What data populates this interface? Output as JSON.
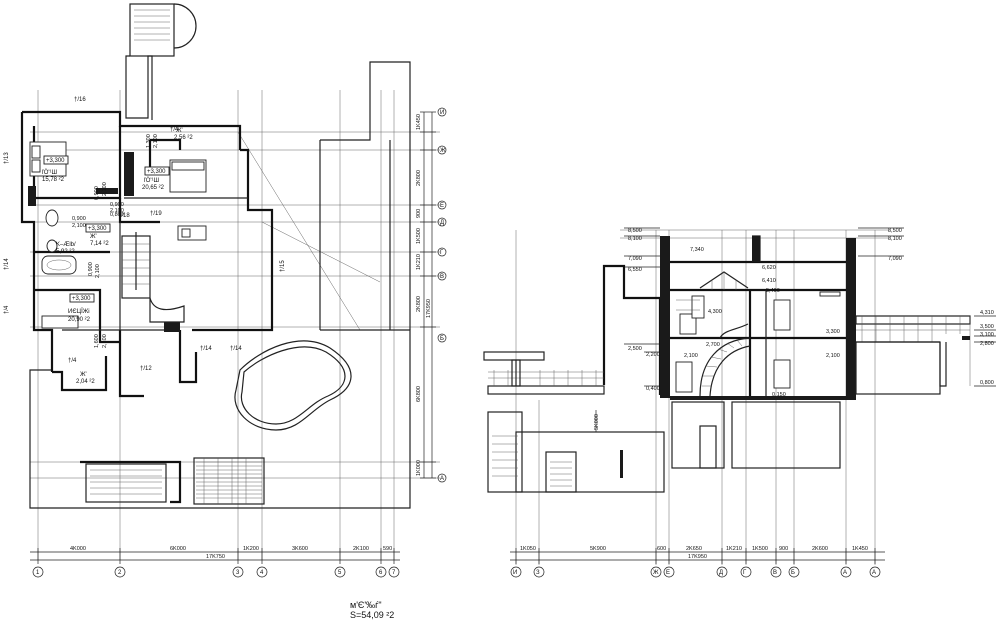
{
  "plan": {
    "rooms": [
      {
        "name": "ľÒ'¹Ш",
        "area": "15,78 ²2"
      },
      {
        "name": "ľÒ'¹Ш",
        "area": "20,65 ²2"
      },
      {
        "name": "K–Ælb/",
        "area": "5,92 ²2"
      },
      {
        "name": "Ж'",
        "area": "7,14 ²2"
      },
      {
        "name": "ИЄЦЇЖi ",
        "area": "20,90 ²2"
      },
      {
        "name": "Ж'",
        "area": "2,56 ²2"
      },
      {
        "name": "Ж'",
        "area": "2,04 ²2"
      }
    ],
    "level_marks": [
      "+3,300",
      "+3,300",
      "+3,300",
      "+3,300"
    ],
    "callouts": [
      "†/16",
      "†/4",
      "†/13",
      "†/14",
      "†/4",
      "†/15",
      "†/19",
      "†/18",
      "†/14",
      "†/14",
      "†/4",
      "†/12"
    ],
    "door_dims": [
      "1,300",
      "2,100",
      "0,900",
      "2,100",
      "0,900",
      "0,900",
      "2,100",
      "0,900",
      "2,100",
      "1,600",
      "2,100",
      "0,800",
      "2,100"
    ],
    "side_dims": [
      "1K450",
      "2K800",
      "900",
      "1K500",
      "1K210",
      "2K800",
      "17K950",
      "6K800",
      "1K000"
    ],
    "bottom_dims": [
      "4K000",
      "6K000",
      "1K200",
      "3K600",
      "2K100",
      "590"
    ],
    "total_width": "17K750",
    "axes": [
      "1",
      "2",
      "3",
      "4",
      "5",
      "6",
      "7"
    ],
    "right_axes": [
      "A",
      "Б",
      "В",
      "Г",
      "Д",
      "Е",
      "Ж",
      "И"
    ],
    "caption_title": "м'Є'‰ѓ\"",
    "caption_area": "S=54,09 ²2"
  },
  "section": {
    "levels_left": [
      "8,500",
      "8,100",
      "7,090",
      "6,550",
      "2,500",
      "2,200",
      "0,400"
    ],
    "levels_mid": [
      "7,340",
      "6,620",
      "6,410",
      "5,400",
      "4,300",
      "3,300",
      "2,700",
      "2,100",
      "2,100",
      "0,150"
    ],
    "levels_right": [
      "8,500",
      "8,100",
      "7,090"
    ],
    "levels_far": [
      "4,310",
      "3,500",
      "3,100",
      "2,800",
      "0,800"
    ],
    "base_dim": "5K000",
    "bottom_dims": [
      "1K050",
      "5K900",
      "600",
      "2K650",
      "1K210",
      "1K500",
      "900",
      "2K600",
      "1K450"
    ],
    "total_width": "17K950",
    "axes": [
      "И",
      "З",
      "Ж",
      "Е",
      "Д",
      "Г",
      "В",
      "Б",
      "А",
      "А"
    ]
  }
}
